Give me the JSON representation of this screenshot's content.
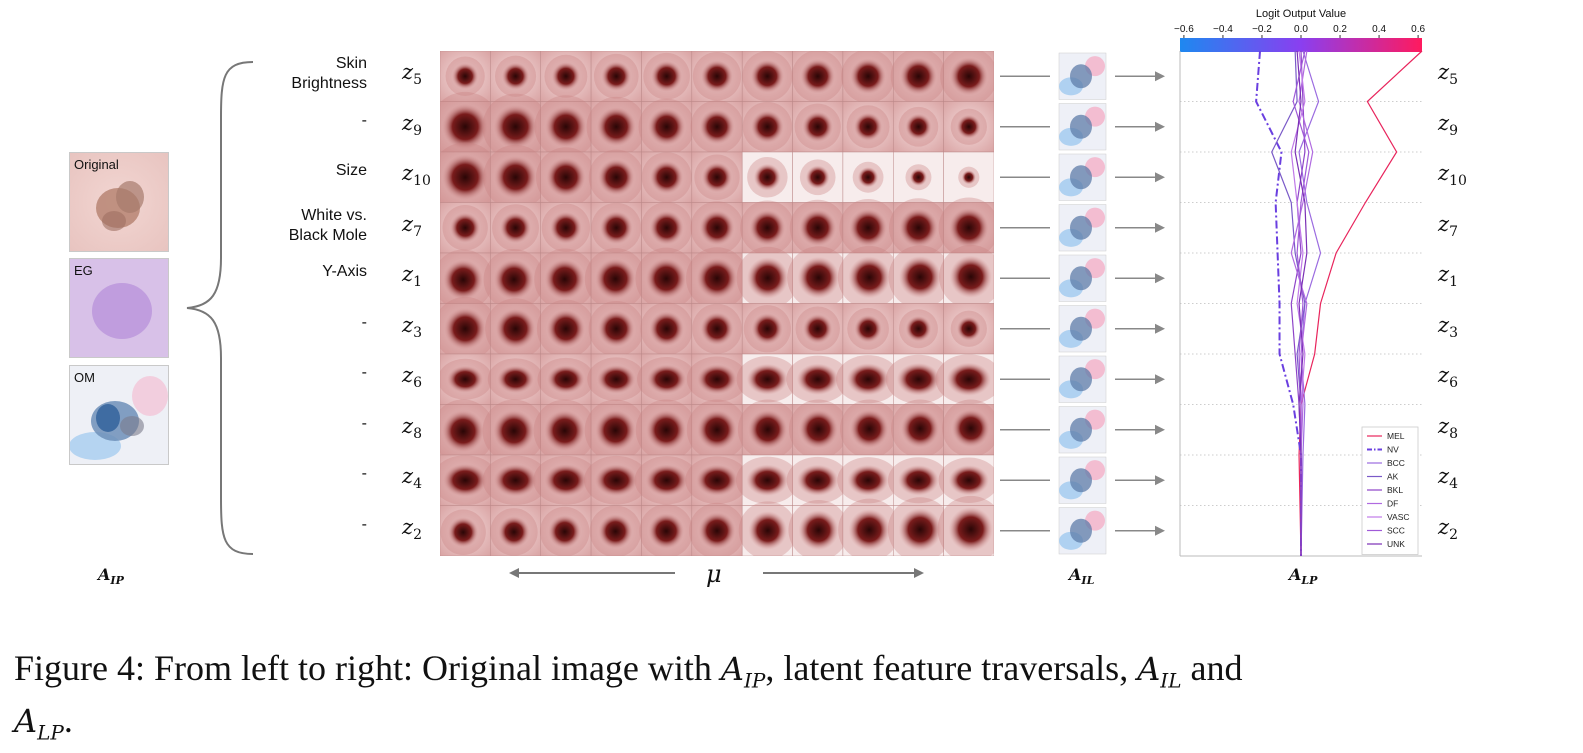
{
  "thumbnails": [
    {
      "label": "Original"
    },
    {
      "label": "EG"
    },
    {
      "label": "OM"
    }
  ],
  "labels": {
    "a_ip": {
      "base": "A",
      "sub": "IP"
    },
    "a_il": {
      "base": "A",
      "sub": "IL"
    },
    "a_lp": {
      "base": "A",
      "sub": "LP"
    },
    "mu": "μ"
  },
  "rows": [
    {
      "feature": "Skin\nBrightness",
      "z": "5"
    },
    {
      "feature": "-",
      "z": "9"
    },
    {
      "feature": "Size",
      "z": "10"
    },
    {
      "feature": "White vs.\nBlack Mole",
      "z": "7"
    },
    {
      "feature": "Y-Axis",
      "z": "1"
    },
    {
      "feature": "-",
      "z": "3"
    },
    {
      "feature": "-",
      "z": "6"
    },
    {
      "feature": "-",
      "z": "8"
    },
    {
      "feature": "-",
      "z": "4"
    },
    {
      "feature": "-",
      "z": "2"
    }
  ],
  "colorbar": {
    "title": "Logit Output Value",
    "ticks": [
      "−0.6",
      "−0.4",
      "−0.2",
      "0.0",
      "0.2",
      "0.4",
      "0.6"
    ],
    "tick_values": [
      -0.6,
      -0.4,
      -0.2,
      0.0,
      0.2,
      0.4,
      0.6
    ],
    "range": [
      -0.62,
      0.62
    ],
    "color_low": "#1e88f0",
    "color_mid": "#8a3ff0",
    "color_high": "#ff1a5e"
  },
  "chart_data": {
    "type": "line",
    "title": "Logit Output Value",
    "categories": [
      "z5",
      "z9",
      "z10",
      "z7",
      "z1",
      "z3",
      "z6",
      "z8",
      "z4",
      "z2"
    ],
    "xlim": [
      -0.62,
      0.62
    ],
    "legend_position": "bottom-right",
    "series": [
      {
        "name": "MEL",
        "color": "#e8245c",
        "dash": "solid",
        "values": [
          0.62,
          0.34,
          0.49,
          0.33,
          0.18,
          0.1,
          0.07,
          0.0,
          -0.01,
          0.0
        ]
      },
      {
        "name": "NV",
        "color": "#6a3fe0",
        "dash": "dashdot",
        "values": [
          -0.21,
          -0.23,
          -0.1,
          -0.13,
          -0.12,
          -0.11,
          -0.11,
          -0.04,
          0.0,
          0.0
        ]
      },
      {
        "name": "BCC",
        "color": "#9b6be0",
        "dash": "solid",
        "values": [
          0.01,
          0.09,
          -0.01,
          0.03,
          0.1,
          0.02,
          0.0,
          0.02,
          0.01,
          0.0
        ]
      },
      {
        "name": "AK",
        "color": "#7a5ac8",
        "dash": "solid",
        "values": [
          -0.03,
          -0.02,
          -0.15,
          -0.05,
          -0.03,
          0.02,
          -0.02,
          0.0,
          0.0,
          0.0
        ]
      },
      {
        "name": "BKL",
        "color": "#8e44c8",
        "dash": "solid",
        "values": [
          0.0,
          0.01,
          0.02,
          -0.02,
          0.0,
          -0.05,
          -0.03,
          -0.01,
          0.0,
          0.0
        ]
      },
      {
        "name": "DF",
        "color": "#b06ae0",
        "dash": "solid",
        "values": [
          0.03,
          -0.01,
          0.06,
          0.01,
          -0.05,
          0.03,
          0.0,
          0.01,
          0.0,
          0.0
        ]
      },
      {
        "name": "VASC",
        "color": "#c07ae8",
        "dash": "solid",
        "values": [
          -0.01,
          0.02,
          -0.05,
          -0.02,
          0.01,
          -0.02,
          0.02,
          0.0,
          0.0,
          0.0
        ]
      },
      {
        "name": "SCC",
        "color": "#a05ad8",
        "dash": "solid",
        "values": [
          0.02,
          -0.04,
          0.04,
          0.0,
          -0.02,
          0.01,
          -0.01,
          0.0,
          0.0,
          0.0
        ]
      },
      {
        "name": "UNK",
        "color": "#7b2fb5",
        "dash": "solid",
        "values": [
          -0.02,
          0.0,
          -0.03,
          0.02,
          0.03,
          -0.01,
          0.01,
          -0.01,
          0.0,
          0.0
        ]
      }
    ]
  },
  "caption": {
    "prefix": "Figure 4: From left to right: Original image with ",
    "mid1": ", latent feature traversals, ",
    "mid2": " and",
    "suffix": "."
  }
}
